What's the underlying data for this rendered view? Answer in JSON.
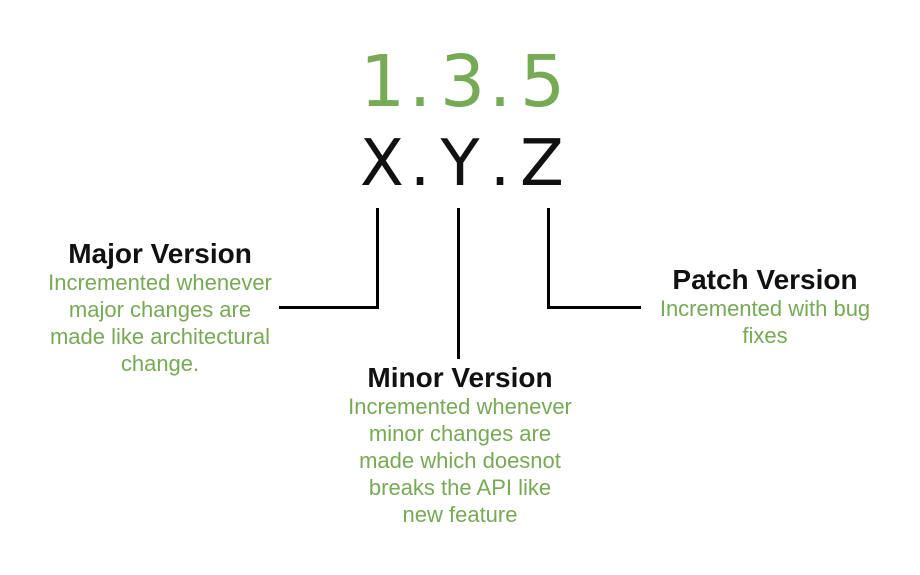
{
  "diagram": {
    "example_version": "1.3.5",
    "version_pattern": "X.Y.Z",
    "colors": {
      "green": "#76aa55",
      "text_black": "#111111",
      "line_black": "#000000",
      "background": "#ffffff"
    },
    "blocks": {
      "major": {
        "title": "Major Version",
        "description_lines": [
          "Incremented whenever",
          "major changes are",
          "made like architectural",
          "change."
        ]
      },
      "minor": {
        "title": "Minor Version",
        "description_lines": [
          "Incremented whenever",
          "minor changes are",
          "made which doesnot",
          "breaks the API like",
          "new feature"
        ]
      },
      "patch": {
        "title": "Patch Version",
        "description_lines": [
          "Incremented with bug",
          "fixes"
        ]
      }
    }
  }
}
